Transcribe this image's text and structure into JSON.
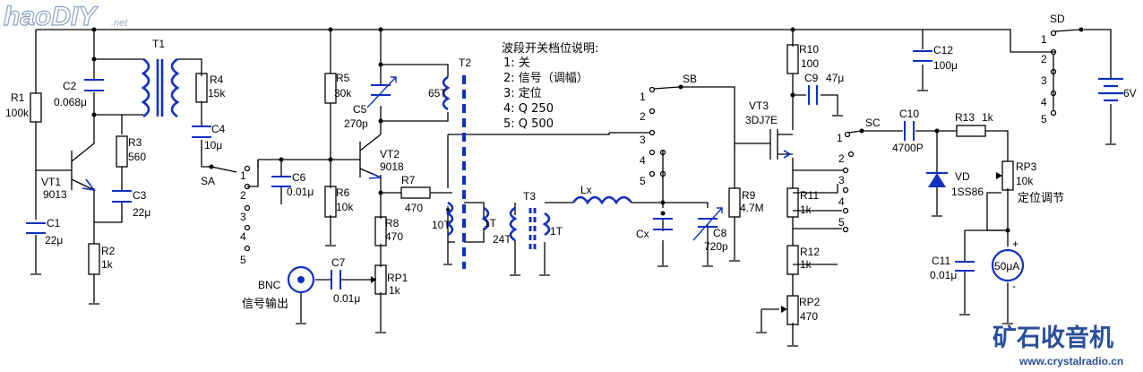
{
  "watermark": {
    "logo": "haoDIY",
    "logo_suffix": ".net"
  },
  "brand": {
    "name": "矿石收音机",
    "url": "www.crystalradio.cn"
  },
  "notes": {
    "title": "波段开关档位说明:",
    "items": [
      "1:   关",
      "2:   信号（调幅）",
      "3:   定位",
      "4:   Q 250",
      "5:   Q 500"
    ]
  },
  "components": {
    "R1": [
      "R1",
      "100k"
    ],
    "C2": [
      "C2",
      "0.068μ"
    ],
    "T1": [
      "T1"
    ],
    "R4": [
      "R4",
      "15k"
    ],
    "R3": [
      "R3",
      "560"
    ],
    "C4": [
      "C4",
      "10μ"
    ],
    "VT1": [
      "VT1",
      "9013"
    ],
    "C3": [
      "C3",
      "22μ"
    ],
    "C1": [
      "C1",
      "22μ"
    ],
    "R2": [
      "R2",
      "1k"
    ],
    "SA": [
      "SA"
    ],
    "C6": [
      "C6",
      "0.01μ"
    ],
    "R5": [
      "R5",
      "30k"
    ],
    "C5": [
      "C5",
      "270p"
    ],
    "VT2": [
      "VT2",
      "9018"
    ],
    "R6": [
      "R6",
      "10k"
    ],
    "R7": [
      "R7",
      "470"
    ],
    "R8": [
      "R8",
      "470"
    ],
    "RP1": [
      "RP1",
      "1k"
    ],
    "C7": [
      "C7",
      "0.01μ"
    ],
    "BNC": [
      "BNC",
      "信号输出"
    ],
    "T2": [
      "T2",
      "65T",
      "10T"
    ],
    "T3": [
      "T3",
      "1T",
      "24T",
      "1T"
    ],
    "Lx": [
      "Lx"
    ],
    "Cx": [
      "Cx"
    ],
    "C8": [
      "C8",
      "720p"
    ],
    "SB": [
      "SB"
    ],
    "R9": [
      "R9",
      "4.7M"
    ],
    "VT3": [
      "VT3",
      "3DJ7E"
    ],
    "R10": [
      "R10",
      "100"
    ],
    "C9": [
      "C9",
      "47μ"
    ],
    "R11": [
      "R11",
      "1k"
    ],
    "R12": [
      "R12",
      "1k"
    ],
    "RP2": [
      "RP2",
      "470"
    ],
    "SC": [
      "SC"
    ],
    "C10": [
      "C10",
      "4700P"
    ],
    "R13": [
      "R13",
      "1k"
    ],
    "VD": [
      "VD",
      "1SS86"
    ],
    "RP3": [
      "RP3",
      "10k",
      "定位调节"
    ],
    "C11": [
      "C11",
      "0.01μ"
    ],
    "meter": [
      "50μA",
      "+",
      "-"
    ],
    "C12": [
      "C12",
      "100μ"
    ],
    "SD": [
      "SD"
    ],
    "battery": [
      "6V"
    ]
  },
  "switch_positions": [
    "1",
    "2",
    "3",
    "4",
    "5"
  ],
  "colors": {
    "wire": "#000000",
    "component_blue": "#1030c0",
    "brand_blue": "#2a4f9a",
    "watermark": "#8aa2c0"
  }
}
